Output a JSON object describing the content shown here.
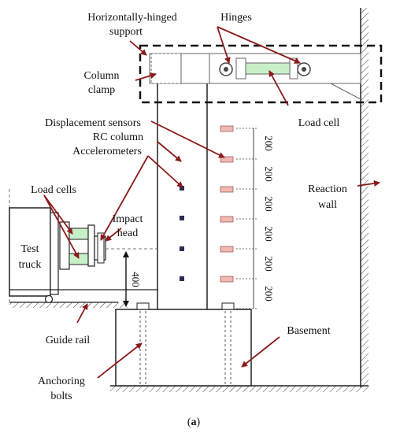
{
  "labels": {
    "hinged_support_line1": "Horizontally-hinged",
    "hinged_support_line2": "support",
    "hinges": "Hinges",
    "column_clamp_line1": "Column",
    "column_clamp_line2": "clamp",
    "load_cell_top": "Load cell",
    "displacement_sensors": "Displacement sensors",
    "rc_column": "RC column",
    "accelerometers": "Accelerometers",
    "load_cells": "Load cells",
    "impact_head_line1": "Impact",
    "impact_head_line2": "head",
    "test_truck_line1": "Test",
    "test_truck_line2": "truck",
    "reaction_wall_line1": "Reaction",
    "reaction_wall_line2": "wall",
    "guide_rail": "Guide rail",
    "basement": "Basement",
    "anchoring_bolts_line1": "Anchoring",
    "anchoring_bolts_line2": "bolts"
  },
  "dimensions": {
    "impact_height": "400",
    "sensor_spacing": [
      "200",
      "200",
      "200",
      "200",
      "200",
      "200"
    ]
  },
  "caption": {
    "open": "(",
    "letter": "a",
    "close": ")"
  },
  "colors": {
    "arrow": "#8b1a1a",
    "load_cell_fill": "#c8f0c8",
    "sensor_fill": "#f0b8b0",
    "accelerometer": "#2a2a55",
    "line": "#222222"
  }
}
